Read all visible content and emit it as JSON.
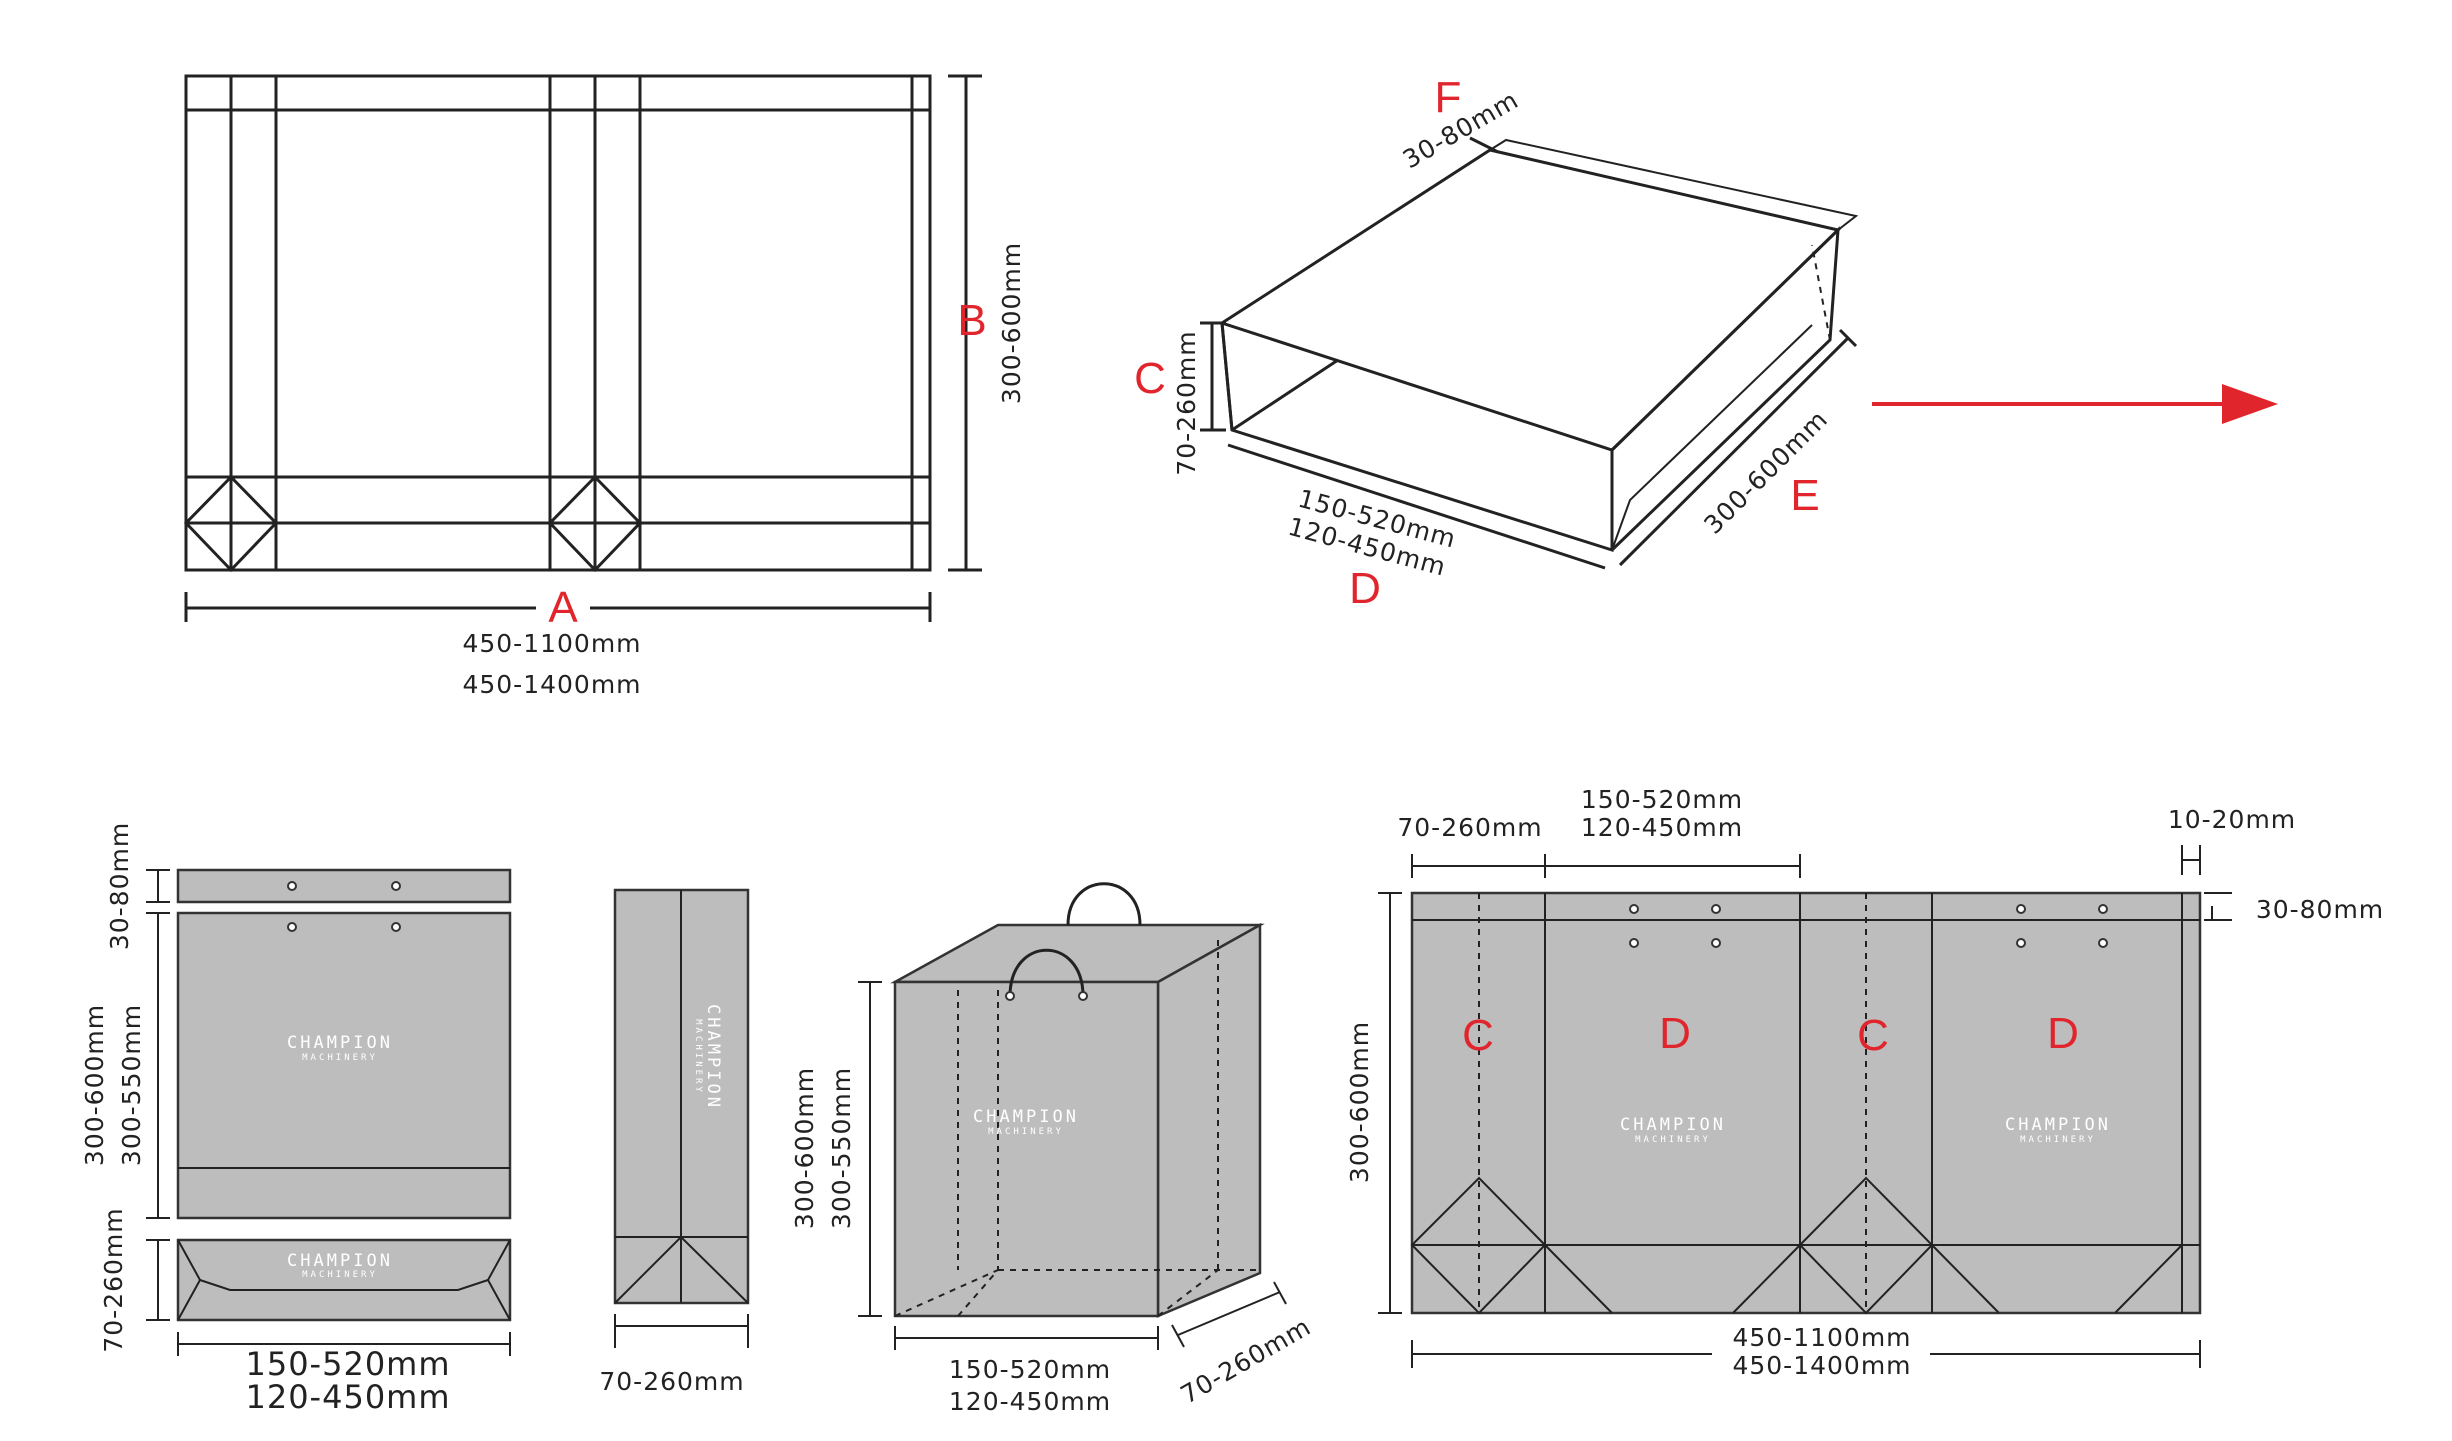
{
  "flat_sheet": {
    "label_a": "A",
    "label_b": "B",
    "width_1": "450-1100mm",
    "width_2": "450-1400mm",
    "height": "300-600mm"
  },
  "folded_bag": {
    "label_f": "F",
    "label_c": "C",
    "label_d": "D",
    "label_e": "E",
    "f_dim": "30-80mm",
    "c_dim": "70-260mm",
    "d_dim_1": "150-520mm",
    "d_dim_2": "120-450mm",
    "e_dim": "300-600mm",
    "arrow_color": "#e0262c"
  },
  "front_view": {
    "top_dim": "30-80mm",
    "height_1": "300-600mm",
    "height_2": "300-550mm",
    "bottom_dim": "70-260mm",
    "width_1": "150-520mm",
    "width_2": "120-450mm",
    "logo_1": "CHAMPION",
    "logo_2": "MACHINERY"
  },
  "side_view": {
    "width": "70-260mm",
    "logo_1": "CHAMPION",
    "logo_2": "MACHINERY"
  },
  "iso_view": {
    "height_1": "300-600mm",
    "height_2": "300-550mm",
    "width_1": "150-520mm",
    "width_2": "120-450mm",
    "depth": "70-260mm",
    "logo_1": "CHAMPION",
    "logo_2": "MACHINERY"
  },
  "unfolded": {
    "c_dim": "70-260mm",
    "d_dim_1": "150-520mm",
    "d_dim_2": "120-450mm",
    "glue_dim": "10-20mm",
    "top_dim": "30-80mm",
    "height": "300-600mm",
    "width_1": "450-1100mm",
    "width_2": "450-1400mm",
    "label_c": "C",
    "label_d": "D",
    "logo_1": "CHAMPION",
    "logo_2": "MACHINERY"
  }
}
